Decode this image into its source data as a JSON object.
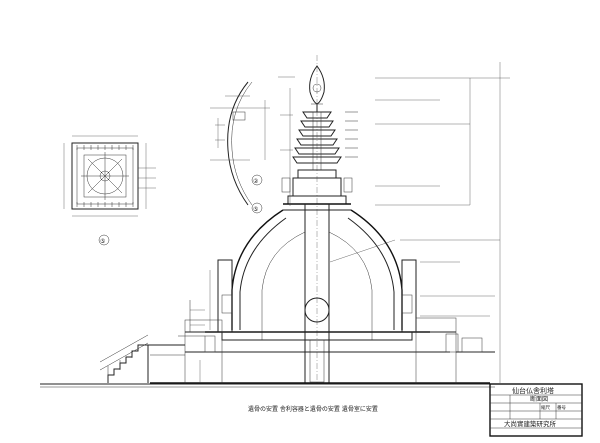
{
  "drawing": {
    "title_block": {
      "project": "仙台仏舎利塔",
      "sheet_title": "断面図",
      "scale_label": "縮尺",
      "sheet_number": "番号",
      "firm": "大尚實建築研究所"
    },
    "plan_view": {
      "circle_marker": "⑤"
    },
    "section_markers": [
      "②",
      "⑤"
    ],
    "footer_note": "遺骨の安置  舎利容器と遺骨の安置  遺骨室に安置"
  },
  "colors": {
    "ink": "#222222",
    "paper": "#ffffff"
  }
}
